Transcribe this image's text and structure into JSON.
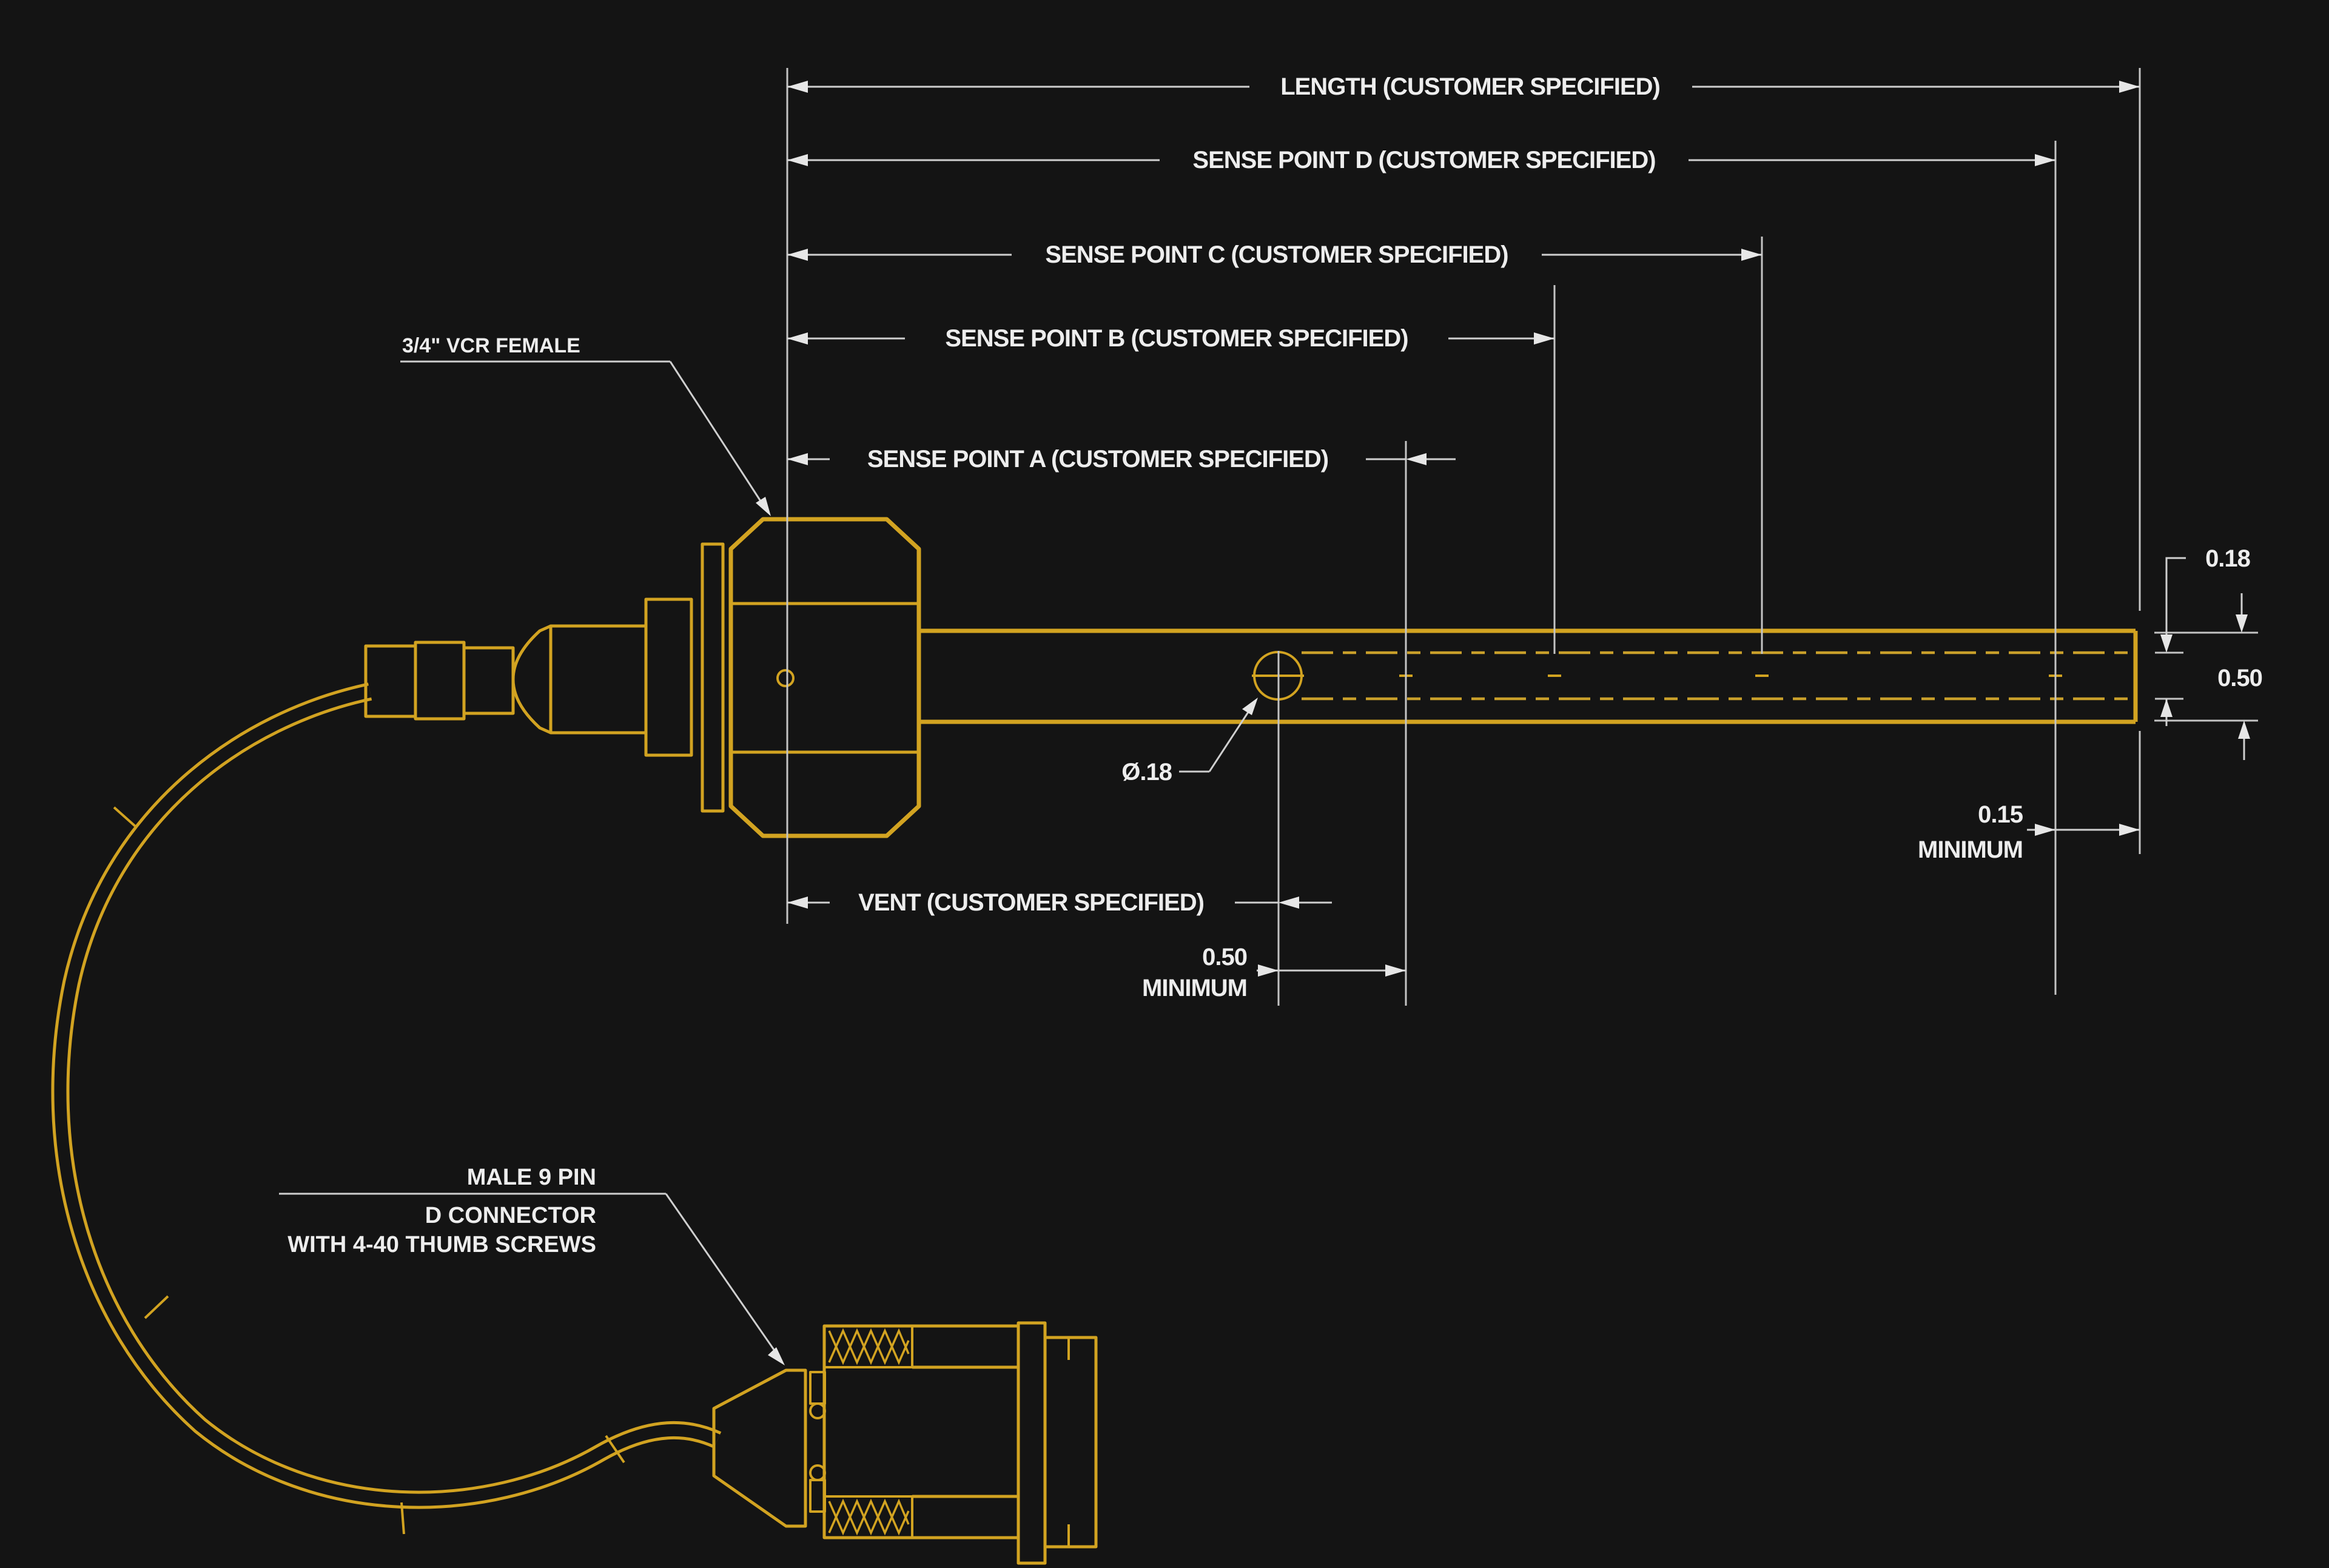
{
  "drawing": {
    "type": "engineering-dimension-drawing",
    "subject": "multipoint sensor probe with VCR fitting and D-sub connector",
    "colors": {
      "background": "#141414",
      "part_outline": "#d2a321",
      "dimension_lines": "#cfcfcf",
      "dimension_text": "#ededed"
    },
    "dimensions": {
      "length_label": "LENGTH (CUSTOMER SPECIFIED)",
      "sense_point_d_label": "SENSE POINT D (CUSTOMER SPECIFIED)",
      "sense_point_c_label": "SENSE POINT C (CUSTOMER SPECIFIED)",
      "sense_point_b_label": "SENSE POINT B (CUSTOMER SPECIFIED)",
      "sense_point_a_label": "SENSE POINT A (CUSTOMER SPECIFIED)",
      "vent_label": "VENT (CUSTOMER SPECIFIED)",
      "vent_hole_diameter": "Ø.18",
      "vent_clearance_value": "0.50",
      "vent_clearance_qualifier": "MINIMUM",
      "tip_clearance_value": "0.15",
      "tip_clearance_qualifier": "MINIMUM",
      "bore_diameter_value": "0.18",
      "outer_diameter_value": "0.50"
    },
    "callouts": {
      "fitting_label": "3/4\" VCR FEMALE",
      "connector_label_line1": "MALE 9 PIN",
      "connector_label_line2": "D CONNECTOR",
      "connector_label_line3": "WITH 4-40 THUMB SCREWS"
    }
  }
}
